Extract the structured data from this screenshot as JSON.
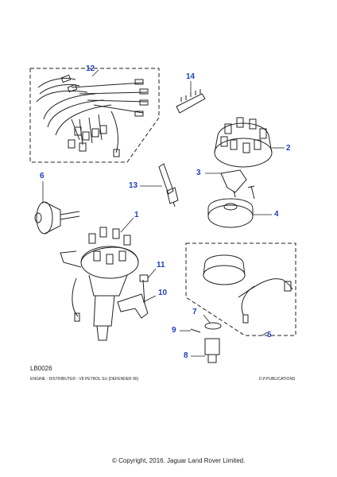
{
  "diagram": {
    "ref_code": "LB0026",
    "caption": "ENGINE - DISTRIBUTER - V8 PETROL SU (DEFENDER 90)",
    "publisher": "D.P.PUBLICATIONS",
    "copyright": "© Copyright, 2016. Jaguar Land Rover Limited.",
    "callouts": {
      "c1": "1",
      "c2": "2",
      "c3": "3",
      "c4": "4",
      "c5": "5",
      "c6": "6",
      "c7": "7",
      "c8": "8",
      "c9": "9",
      "c10": "10",
      "c11": "11",
      "c12": "12",
      "c13": "13",
      "c14": "14"
    },
    "colors": {
      "callout": "#1f3fbf",
      "line": "#222222"
    }
  }
}
